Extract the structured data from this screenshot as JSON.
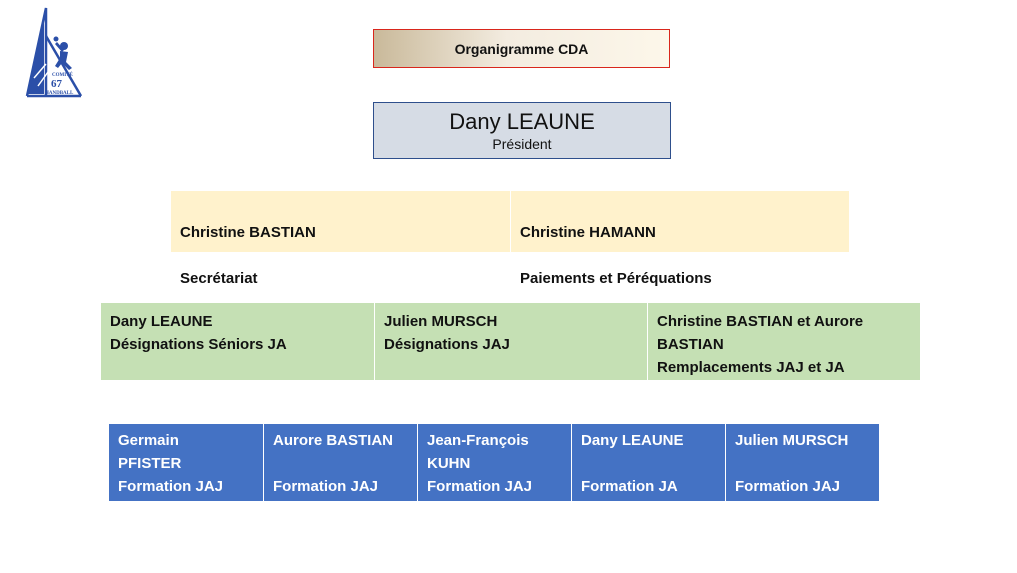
{
  "logo": {
    "icon": "handball-player-icon",
    "text_top": "COMITÉ",
    "text_num": "67",
    "text_bottom": "HANDBALL",
    "color": "#2b4fa8"
  },
  "title": "Organigramme CDA",
  "president": {
    "name": "Dany LEAUNE",
    "role": "Président"
  },
  "level1": [
    {
      "name": "Christine BASTIAN",
      "role": "Secrétariat"
    },
    {
      "name": "Christine HAMANN",
      "role": "Paiements et Péréquations"
    }
  ],
  "level2": [
    {
      "text": "Dany LEAUNE\nDésignations Séniors JA"
    },
    {
      "text": "Julien MURSCH\nDésignations JAJ"
    },
    {
      "text": "Christine BASTIAN et Aurore\nBASTIAN\nRemplacements JAJ et JA"
    }
  ],
  "level3": [
    {
      "text": "Germain\nPFISTER\nFormation JAJ"
    },
    {
      "text": "Aurore BASTIAN\n\nFormation JAJ"
    },
    {
      "text": "Jean-François\nKUHN\nFormation JAJ"
    },
    {
      "text": "Dany LEAUNE\n\nFormation JA"
    },
    {
      "text": "Julien MURSCH\n\nFormation JAJ"
    }
  ],
  "colors": {
    "title_border": "#d9261c",
    "president_fill": "#d6dce5",
    "level1_fill": "#fff2cc",
    "level2_fill": "#c5e0b4",
    "level3_fill": "#4472c4"
  }
}
